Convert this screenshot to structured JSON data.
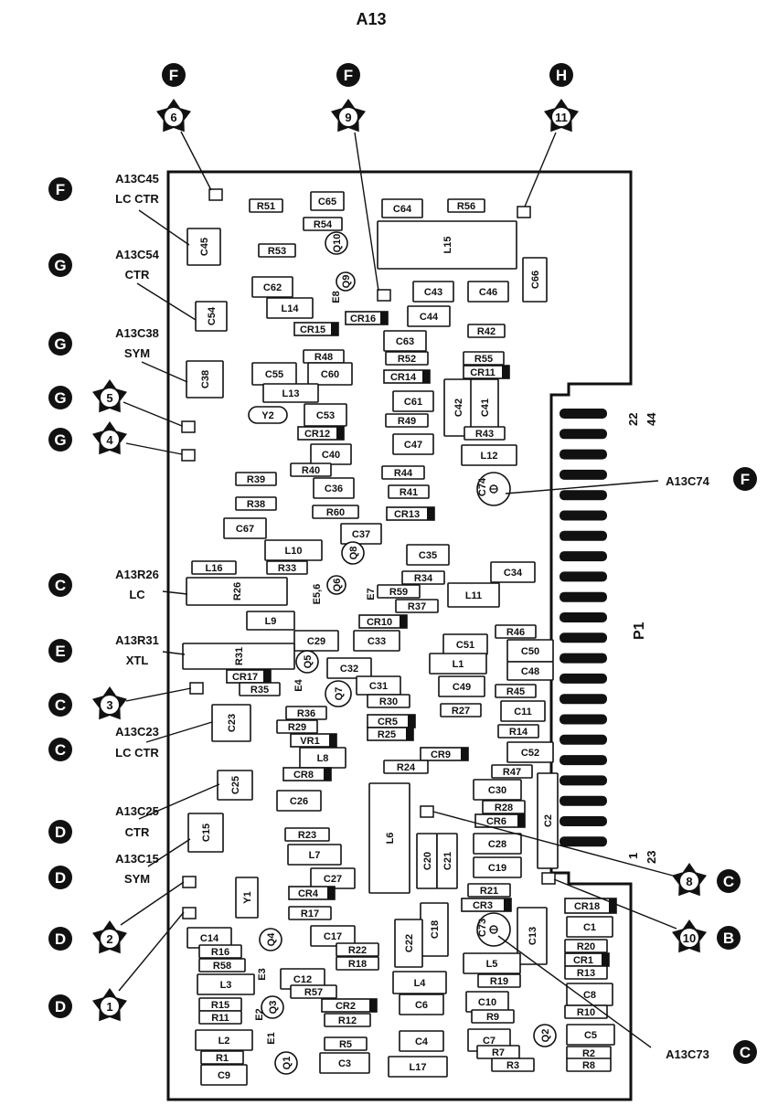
{
  "title": "A13",
  "connector": {
    "name": "P1",
    "pins_top_a": "22",
    "pins_top_b": "44",
    "pins_bot_a": "1",
    "pins_bot_b": "23"
  },
  "callouts": [
    {
      "id": "c45",
      "letter": "F",
      "ref": "A13C45",
      "desc": "LC CTR"
    },
    {
      "id": "c54",
      "letter": "G",
      "ref": "A13C54",
      "desc": "CTR"
    },
    {
      "id": "c38",
      "letter": "G",
      "ref": "A13C38",
      "desc": "SYM"
    },
    {
      "id": "r26",
      "letter": "C",
      "ref": "A13R26",
      "desc": "LC"
    },
    {
      "id": "r31",
      "letter": "E",
      "ref": "A13R31",
      "desc": "XTL"
    },
    {
      "id": "c23",
      "letter": "C",
      "ref": "A13C23",
      "desc": "LC CTR"
    },
    {
      "id": "c25",
      "letter": "D",
      "ref": "A13C25",
      "desc": "CTR"
    },
    {
      "id": "c15",
      "letter": "D",
      "ref": "A13C15",
      "desc": "SYM"
    },
    {
      "id": "c74",
      "letter": "F",
      "ref": "A13C74",
      "desc": ""
    },
    {
      "id": "c73",
      "letter": "C",
      "ref": "A13C73",
      "desc": ""
    }
  ],
  "test_points": [
    {
      "id": "tp6",
      "letter": "F",
      "num": "6"
    },
    {
      "id": "tp9",
      "letter": "F",
      "num": "9"
    },
    {
      "id": "tp11",
      "letter": "H",
      "num": "11"
    },
    {
      "id": "tp5",
      "letter": "G",
      "num": "5"
    },
    {
      "id": "tp4",
      "letter": "G",
      "num": "4"
    },
    {
      "id": "tp3",
      "letter": "C",
      "num": "3"
    },
    {
      "id": "tp2",
      "letter": "D",
      "num": "2"
    },
    {
      "id": "tp1",
      "letter": "D",
      "num": "1"
    },
    {
      "id": "tp8",
      "letter": "C",
      "num": "8"
    },
    {
      "id": "tp10",
      "letter": "B",
      "num": "10"
    }
  ],
  "components": [
    "R51",
    "C65",
    "C64",
    "R56",
    "R54",
    "C45",
    "R53",
    "Q10",
    "L15",
    "C62",
    "Q9",
    "E8",
    "C43",
    "C46",
    "C66",
    "L14",
    "C54",
    "CR15",
    "CR16",
    "C44",
    "R42",
    "C63",
    "R48",
    "R52",
    "R55",
    "C38",
    "C55",
    "C60",
    "CR14",
    "CR11",
    "L13",
    "C61",
    "C42",
    "C41",
    "Y2",
    "C53",
    "R49",
    "CR12",
    "C47",
    "R43",
    "L12",
    "C40",
    "R40",
    "R44",
    "R39",
    "C36",
    "R41",
    "C74",
    "R38",
    "R60",
    "CR13",
    "C67",
    "C37",
    "L10",
    "Q8",
    "C35",
    "L16",
    "R33",
    "R34",
    "C34",
    "R26",
    "Q6",
    "E5,6",
    "E7",
    "R59",
    "R37",
    "L11",
    "L9",
    "CR10",
    "C29",
    "C33",
    "C51",
    "R46",
    "R31",
    "Q5",
    "C50",
    "L1",
    "C32",
    "C48",
    "CR17",
    "E4",
    "R35",
    "Q7",
    "C31",
    "C49",
    "R45",
    "R30",
    "R27",
    "C11",
    "C23",
    "R36",
    "R29",
    "CR5",
    "R25",
    "VR1",
    "R14",
    "C52",
    "L8",
    "CR9",
    "R24",
    "CR8",
    "R47",
    "C25",
    "C30",
    "C26",
    "R28",
    "CR6",
    "L6",
    "C2",
    "C15",
    "R23",
    "C28",
    "C20",
    "C21",
    "L7",
    "C19",
    "C27",
    "Y1",
    "R21",
    "CR4",
    "CR3",
    "CR18",
    "R17",
    "C18",
    "C1",
    "C14",
    "Q4",
    "C17",
    "C73",
    "C13",
    "R16",
    "C22",
    "R22",
    "R20",
    "R58",
    "R18",
    "CR1",
    "L5",
    "E3",
    "R13",
    "L3",
    "C12",
    "R19",
    "L4",
    "C8",
    "R57",
    "C10",
    "R15",
    "E2",
    "CR2",
    "R11",
    "Q3",
    "C6",
    "R9",
    "R10",
    "R12",
    "L2",
    "E1",
    "C4",
    "C7",
    "Q2",
    "C5",
    "R1",
    "R5",
    "R7",
    "R2",
    "Q1",
    "C3",
    "L17",
    "C9",
    "R3",
    "R8"
  ]
}
